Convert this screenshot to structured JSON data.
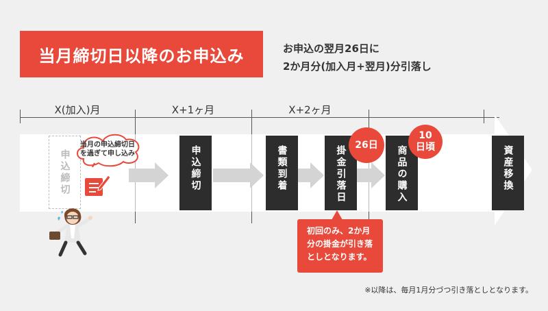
{
  "title": "当月締切日以降のお申込み",
  "description": {
    "line1": "お申込の翌月26日に",
    "line2": "2か月分(加入月+翌月)分引落し"
  },
  "periods": {
    "month_x": "X(加入)月",
    "month_x1": "X+1ヶ月",
    "month_x2": "X+2ヶ月"
  },
  "steps": {
    "application_deadline": "申込締切",
    "deadline": "申込締切",
    "documents_arrive": "書類到着",
    "debit_date": "掛金引落日",
    "purchase": "商品の購入",
    "asset_transfer": "資産移換"
  },
  "badges": {
    "day26": "26日",
    "day10": "10日頃"
  },
  "cloud_note": "当月の申込締切日を過ぎて申し込み",
  "callout": "初回のみ、2か月分の掛金が引き落としとなります。",
  "footnote": "※以降は、毎月1月分づつ引き落としとなります。",
  "colors": {
    "accent": "#e8493a",
    "dark_box": "#2d2d2d",
    "background": "#f0f0f0",
    "band": "#ffffff"
  },
  "icons": [
    "hurried-person-icon",
    "pen-and-paper-icon"
  ]
}
